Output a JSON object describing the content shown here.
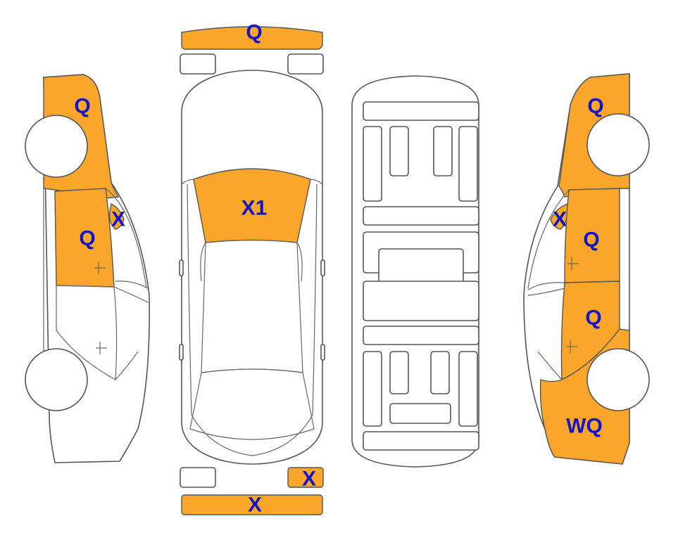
{
  "colors": {
    "damage_fill": "#F9A62B",
    "label_text": "#1515C8",
    "outline": "#555555"
  },
  "marks": {
    "roof_bumper": "Q",
    "left_front_fender": "Q",
    "left_front_door_mirror": "X",
    "left_front_door": "Q",
    "windshield": "X1",
    "right_front_fender": "Q",
    "right_mirror": "X",
    "right_front_door": "Q",
    "right_rear_door": "Q",
    "right_rear_quarter": "WQ",
    "rear_right_lamp": "X",
    "rear_bumper": "X"
  }
}
